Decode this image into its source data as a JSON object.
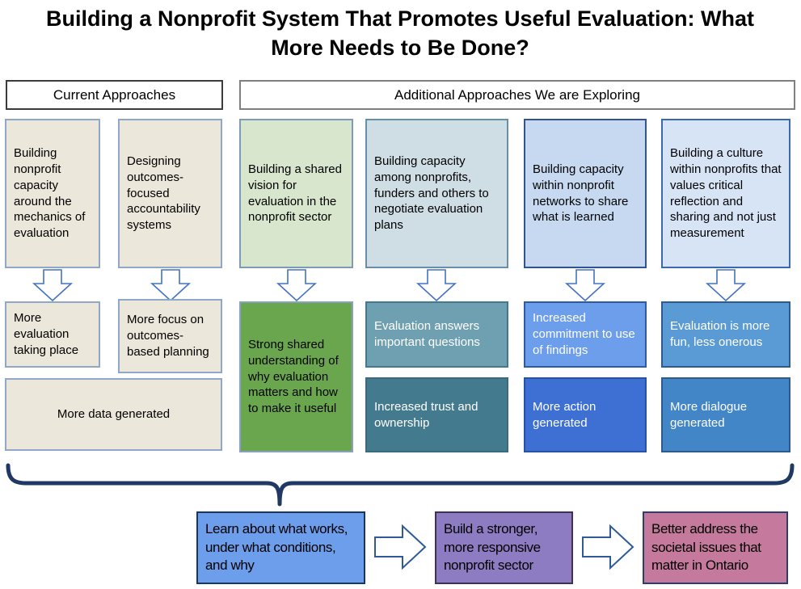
{
  "title": "Building a Nonprofit System That Promotes Useful Evaluation: What More Needs to Be Done?",
  "headers": {
    "current": "Current Approaches",
    "additional": "Additional Approaches We are Exploring"
  },
  "columns": [
    {
      "approach": "Building nonprofit capacity around the mechanics of evaluation",
      "outcome1": "More evaluation taking place"
    },
    {
      "approach": "Designing outcomes-focused accountability systems",
      "outcome1": "More focus on outcomes-based planning"
    },
    {
      "approach": "Building a shared vision for evaluation in the nonprofit sector",
      "outcome1": "Strong shared understanding of why evaluation matters and how to make it useful"
    },
    {
      "approach": "Building capacity among nonprofits, funders and others to negotiate evaluation plans",
      "outcome1": "Evaluation answers important questions",
      "outcome2": "Increased trust and ownership"
    },
    {
      "approach": "Building capacity within nonprofit networks to share what is learned",
      "outcome1": "Increased commitment to use of findings",
      "outcome2": "More action generated"
    },
    {
      "approach": "Building a culture within nonprofits that values critical reflection and sharing and not just measurement",
      "outcome1": "Evaluation is more fun, less onerous",
      "outcome2": "More dialogue generated"
    }
  ],
  "shared_outcome": "More data generated",
  "bottom_flow": {
    "step1": "Learn about what works, under what conditions, and why",
    "step2": "Build a stronger, more responsive nonprofit sector",
    "step3": "Better address the societal issues that matter in Ontario"
  },
  "icons": {
    "down_arrow": "hollow-down-arrow",
    "right_arrow": "hollow-right-arrow",
    "brace": "horizontal-curly-brace"
  },
  "colors": {
    "beige": "#ebe7da",
    "light_green": "#d8e6cd",
    "strong_green": "#6aa64d",
    "pale_bluegray": "#cfdde4",
    "teal_light": "#6fa0b2",
    "teal_dark": "#447a8e",
    "light_blue": "#c6d9f1",
    "lighter_blue": "#d7e4f6",
    "cornflower": "#6d9eeb",
    "royal_blue": "#3e70d4",
    "medium_blue": "#5b9bd5",
    "steel_blue": "#4386c8",
    "brace_navy": "#1f3864",
    "purple": "#8e7cc3",
    "rose_pink": "#c57a9d"
  }
}
